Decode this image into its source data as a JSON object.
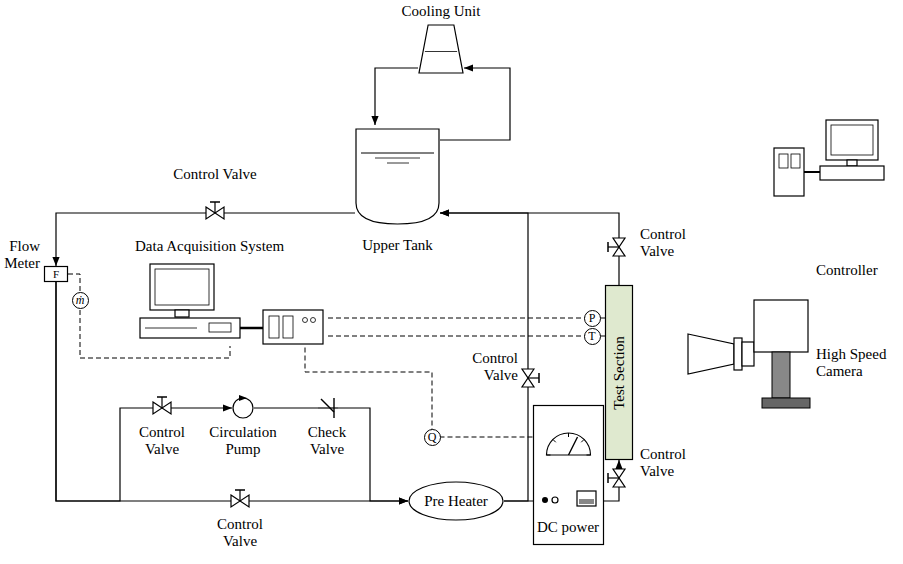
{
  "diagram": {
    "nodes": [
      {
        "text": [
          "Cooling Unit"
        ]
      },
      {
        "text": [
          "Upper Tank"
        ]
      },
      {
        "text": [
          "Flow Meter",
          "F"
        ]
      },
      {
        "text": [
          "Data Acquisition System"
        ]
      },
      {
        "text": [
          "Circulation Pump"
        ]
      },
      {
        "text": [
          "Pre Heater"
        ]
      },
      {
        "text": [
          "DC power"
        ]
      },
      {
        "text": [
          "Test Section"
        ]
      },
      {
        "text": [
          "High Speed Camera"
        ]
      },
      {
        "text": [
          "Controller"
        ]
      }
    ],
    "edges": [
      {
        "from": 0,
        "to": 1,
        "arrow": "to"
      },
      {
        "from": 1,
        "to": 0,
        "arrow": "to"
      },
      {
        "from": 1,
        "to": 2,
        "arrow": "to"
      },
      {
        "from": 2,
        "to": 4,
        "arrow": "to"
      },
      {
        "from": 4,
        "to": 5,
        "arrow": "to"
      },
      {
        "from": 2,
        "to": 5,
        "arrow": "to"
      },
      {
        "from": 5,
        "to": 7,
        "arrow": "to"
      },
      {
        "from": 7,
        "to": 1,
        "arrow": "to"
      },
      {
        "from": 5,
        "to": 1,
        "arrow": "to"
      },
      {
        "from": 2,
        "to": 3,
        "label": "ṁ",
        "arrow": "none"
      },
      {
        "from": 7,
        "to": 3,
        "label": "P",
        "arrow": "none"
      },
      {
        "from": 7,
        "to": 3,
        "label": "T",
        "arrow": "none"
      },
      {
        "from": 6,
        "to": 3,
        "label": "Q",
        "arrow": "none"
      }
    ],
    "labels": [
      "Control Valve",
      "Control Valve",
      "Control Valve",
      "Control Valve",
      "Control Valve",
      "Check Valve",
      "Control Valve"
    ]
  }
}
